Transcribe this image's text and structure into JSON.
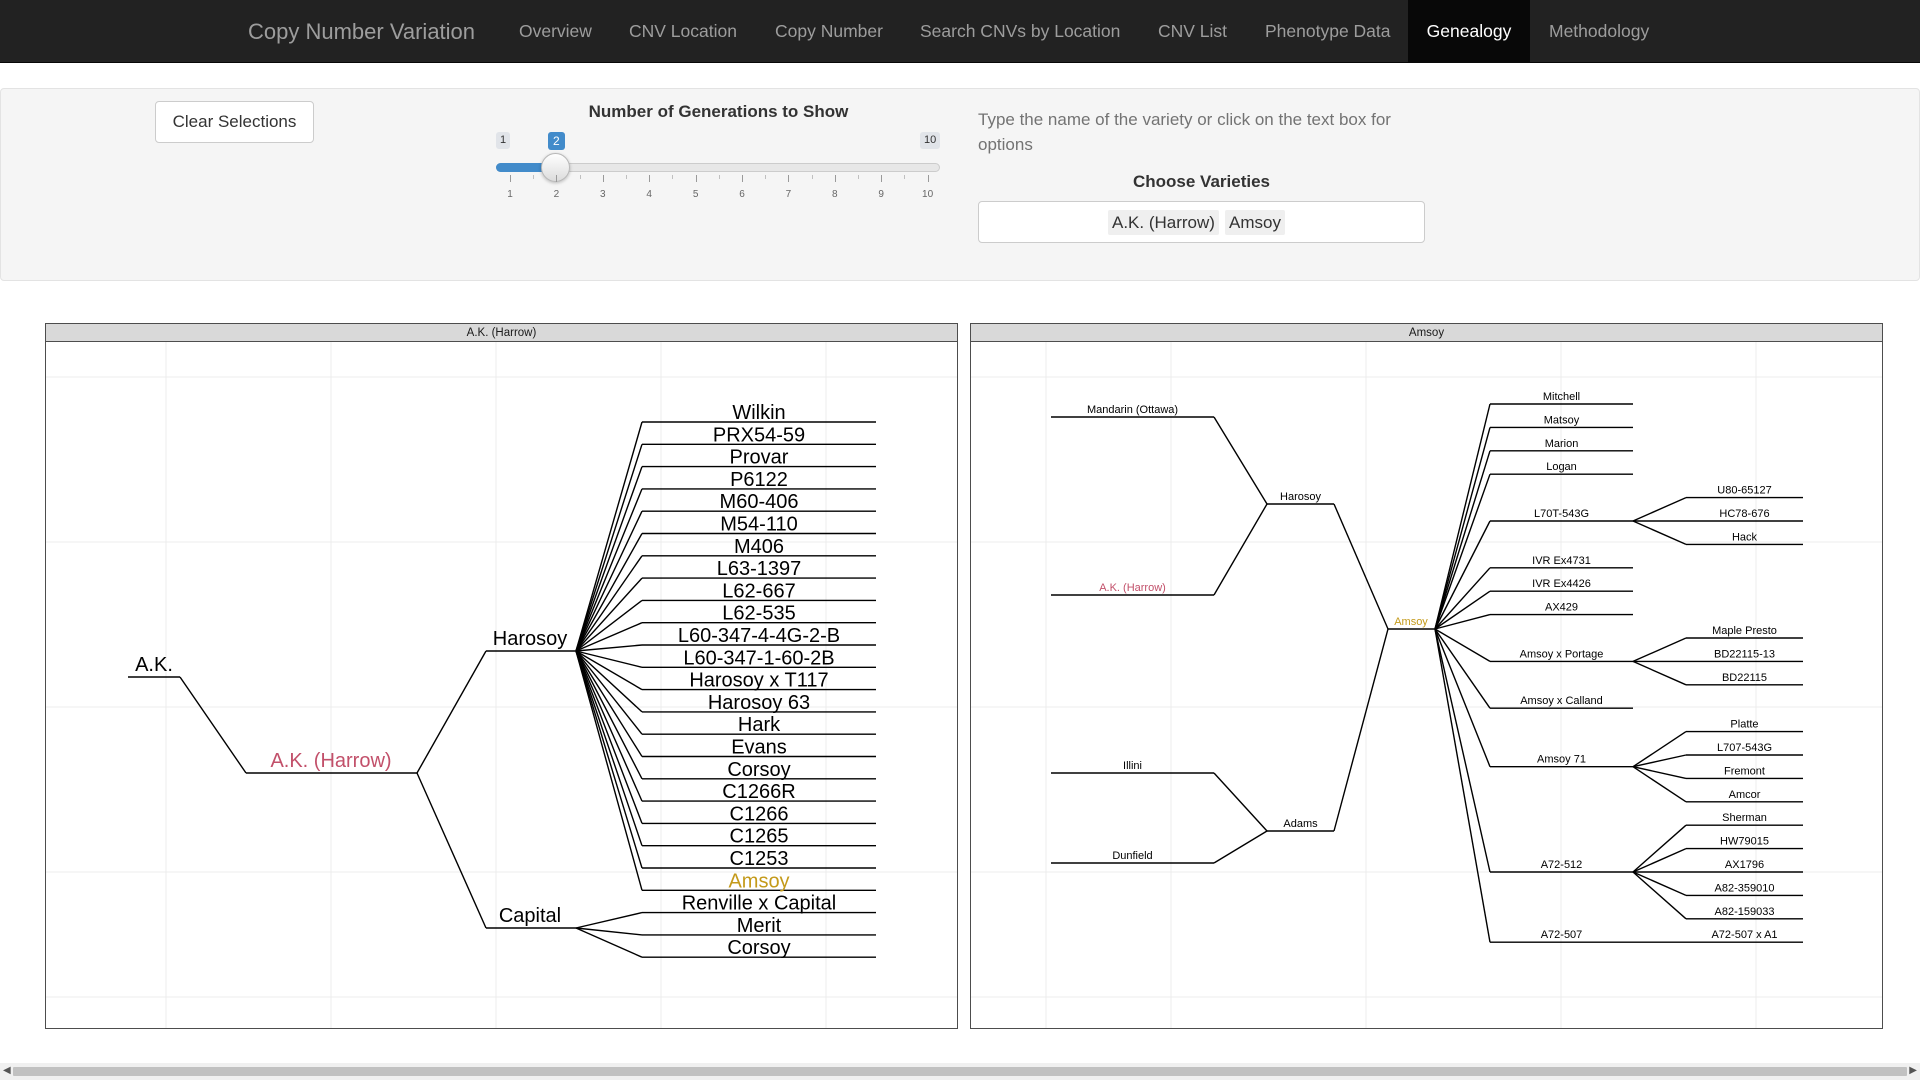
{
  "navbar": {
    "brand": "Copy Number Variation",
    "items": [
      {
        "label": "Overview",
        "active": false
      },
      {
        "label": "CNV Location",
        "active": false
      },
      {
        "label": "Copy Number",
        "active": false
      },
      {
        "label": "Search CNVs by Location",
        "active": false
      },
      {
        "label": "CNV List",
        "active": false
      },
      {
        "label": "Phenotype Data",
        "active": false
      },
      {
        "label": "Genealogy",
        "active": true
      },
      {
        "label": "Methodology",
        "active": false
      }
    ]
  },
  "controls": {
    "clear_button": "Clear Selections",
    "slider": {
      "label": "Number of Generations to Show",
      "min": 1,
      "max": 10,
      "value": 2,
      "min_label": "1",
      "max_label": "10",
      "value_label": "2",
      "tick_labels": [
        "1",
        "2",
        "3",
        "4",
        "5",
        "6",
        "7",
        "8",
        "9",
        "10"
      ]
    },
    "help_text": "Type the name of the variety or click on the text box for options",
    "choose_label": "Choose Varieties",
    "selected": [
      "A.K. (Harrow)",
      "Amsoy"
    ]
  },
  "colors": {
    "selected_variety": "#c2506a",
    "amsoy_highlight": "#c49a1a",
    "nav_bg": "#222222",
    "slider_blue": "#428bca"
  },
  "panels": [
    {
      "title": "A.K. (Harrow)",
      "tree": {
        "label": "A.K. (Harrow)",
        "color": "selected",
        "children": [
          {
            "label": "A.K."
          },
          {
            "label": "Harosoy",
            "children": [
              {
                "label": "Wilkin"
              },
              {
                "label": "PRX54-59"
              },
              {
                "label": "Provar"
              },
              {
                "label": "P6122"
              },
              {
                "label": "M60-406"
              },
              {
                "label": "M54-110"
              },
              {
                "label": "M406"
              },
              {
                "label": "L63-1397"
              },
              {
                "label": "L62-667"
              },
              {
                "label": "L62-535"
              },
              {
                "label": "L60-347-4-4G-2-B"
              },
              {
                "label": "L60-347-1-60-2B"
              },
              {
                "label": "Harosoy x T117"
              },
              {
                "label": "Harosoy 63"
              },
              {
                "label": "Hark"
              },
              {
                "label": "Evans"
              },
              {
                "label": "Corsoy"
              },
              {
                "label": "C1266R"
              },
              {
                "label": "C1266"
              },
              {
                "label": "C1265"
              },
              {
                "label": "C1253"
              },
              {
                "label": "Amsoy",
                "color": "amsoy"
              }
            ]
          },
          {
            "label": "Capital",
            "children": [
              {
                "label": "Renville x Capital"
              },
              {
                "label": "Merit"
              },
              {
                "label": "Corsoy"
              }
            ]
          }
        ]
      }
    },
    {
      "title": "Amsoy",
      "tree": {
        "label": "Amsoy",
        "color": "amsoy",
        "parents": [
          {
            "label": "Harosoy",
            "children": [
              {
                "label": "Mandarin (Ottawa)"
              },
              {
                "label": "A.K. (Harrow)",
                "color": "selected"
              }
            ]
          },
          {
            "label": "Adams",
            "children": [
              {
                "label": "Illini"
              },
              {
                "label": "Dunfield"
              }
            ]
          }
        ],
        "progeny": [
          {
            "label": "Mitchell"
          },
          {
            "label": "Matsoy"
          },
          {
            "label": "Marion"
          },
          {
            "label": "Logan"
          },
          {
            "label": "L70T-543G",
            "children": [
              {
                "label": "U80-65127"
              },
              {
                "label": "HC78-676"
              },
              {
                "label": "Hack"
              }
            ]
          },
          {
            "label": "IVR Ex4731"
          },
          {
            "label": "IVR Ex4426"
          },
          {
            "label": "AX429"
          },
          {
            "label": "Amsoy x Portage",
            "children": [
              {
                "label": "Maple Presto"
              },
              {
                "label": "BD22115-13"
              },
              {
                "label": "BD22115"
              }
            ]
          },
          {
            "label": "Amsoy x Calland"
          },
          {
            "label": "Amsoy 71",
            "children": [
              {
                "label": "Platte"
              },
              {
                "label": "L707-543G"
              },
              {
                "label": "Fremont"
              },
              {
                "label": "Amcor"
              }
            ]
          },
          {
            "label": "A72-512",
            "children": [
              {
                "label": "Sherman"
              },
              {
                "label": "HW79015"
              },
              {
                "label": "AX1796"
              },
              {
                "label": "A82-359010"
              },
              {
                "label": "A82-159033"
              }
            ]
          },
          {
            "label": "A72-507",
            "children": [
              {
                "label": "A72-507 x A1"
              }
            ]
          }
        ]
      }
    }
  ]
}
